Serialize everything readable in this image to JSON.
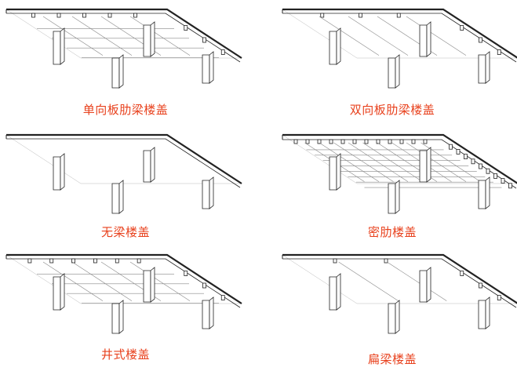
{
  "title": "",
  "caption_color": "#e8401c",
  "line_color": "#222222",
  "floor_systems": [
    {
      "key": "one-way-ribbed",
      "label": "单向板肋梁楼盖",
      "style": "one-way",
      "rib_notches": 5
    },
    {
      "key": "two-way-ribbed",
      "label": "双向板肋梁楼盖",
      "style": "two-way",
      "rib_notches": 3
    },
    {
      "key": "beamless",
      "label": "无梁楼盖",
      "style": "flat",
      "rib_notches": 0
    },
    {
      "key": "dense-rib",
      "label": "密肋楼盖",
      "style": "dense",
      "rib_notches": 12
    },
    {
      "key": "waffle",
      "label": "井式楼盖",
      "style": "grid",
      "rib_notches": 6
    },
    {
      "key": "flat-beam",
      "label": "扁梁楼盖",
      "style": "flatbeam",
      "rib_notches": 2
    }
  ]
}
